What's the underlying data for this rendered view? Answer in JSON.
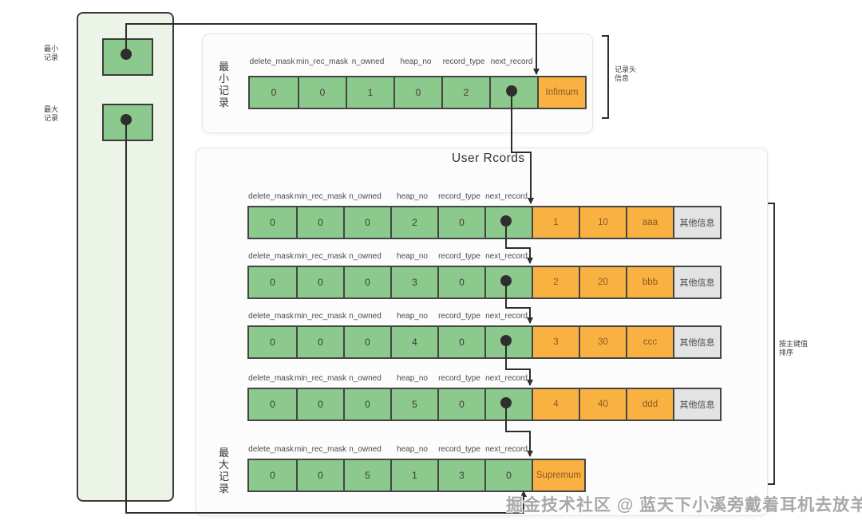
{
  "palette": {
    "green": "#8cc98c",
    "orange": "#f9b242",
    "gray": "#e3e3e3",
    "line": "#2e2e2e",
    "page_fill": "#ecf4e7"
  },
  "page_box": {
    "infimum_pointer_label": "最小记录",
    "supremum_pointer_label": "最大记录"
  },
  "columns": [
    "delete_mask",
    "min_rec_mask",
    "n_owned",
    "heap_no",
    "record_type",
    "next_record"
  ],
  "infimum_panel": {
    "side_label": "最小记录",
    "bracket_label": "记录头信息",
    "record": {
      "header_values": [
        "0",
        "0",
        "1",
        "0",
        "2",
        ""
      ],
      "next_record_is_pointer": true,
      "name_cell": "Infimum"
    }
  },
  "records_panel": {
    "title": "User Rcords",
    "bracket_label": "按主键值排序",
    "user_records": [
      {
        "header_values": [
          "0",
          "0",
          "0",
          "2",
          "0",
          ""
        ],
        "next_record_is_pointer": true,
        "data_values": [
          "1",
          "10",
          "aaa"
        ],
        "other_info": "其他信息"
      },
      {
        "header_values": [
          "0",
          "0",
          "0",
          "3",
          "0",
          ""
        ],
        "next_record_is_pointer": true,
        "data_values": [
          "2",
          "20",
          "bbb"
        ],
        "other_info": "其他信息"
      },
      {
        "header_values": [
          "0",
          "0",
          "0",
          "4",
          "0",
          ""
        ],
        "next_record_is_pointer": true,
        "data_values": [
          "3",
          "30",
          "ccc"
        ],
        "other_info": "其他信息"
      },
      {
        "header_values": [
          "0",
          "0",
          "0",
          "5",
          "0",
          ""
        ],
        "next_record_is_pointer": true,
        "data_values": [
          "4",
          "40",
          "ddd"
        ],
        "other_info": "其他信息"
      }
    ],
    "supremum": {
      "side_label": "最大记录",
      "header_values": [
        "0",
        "0",
        "5",
        "1",
        "3",
        "0"
      ],
      "next_record_is_pointer": false,
      "name_cell": "Supremum"
    }
  },
  "watermark": "掘金技术社区 @ 蓝天下小溪旁戴着耳机去放羊"
}
